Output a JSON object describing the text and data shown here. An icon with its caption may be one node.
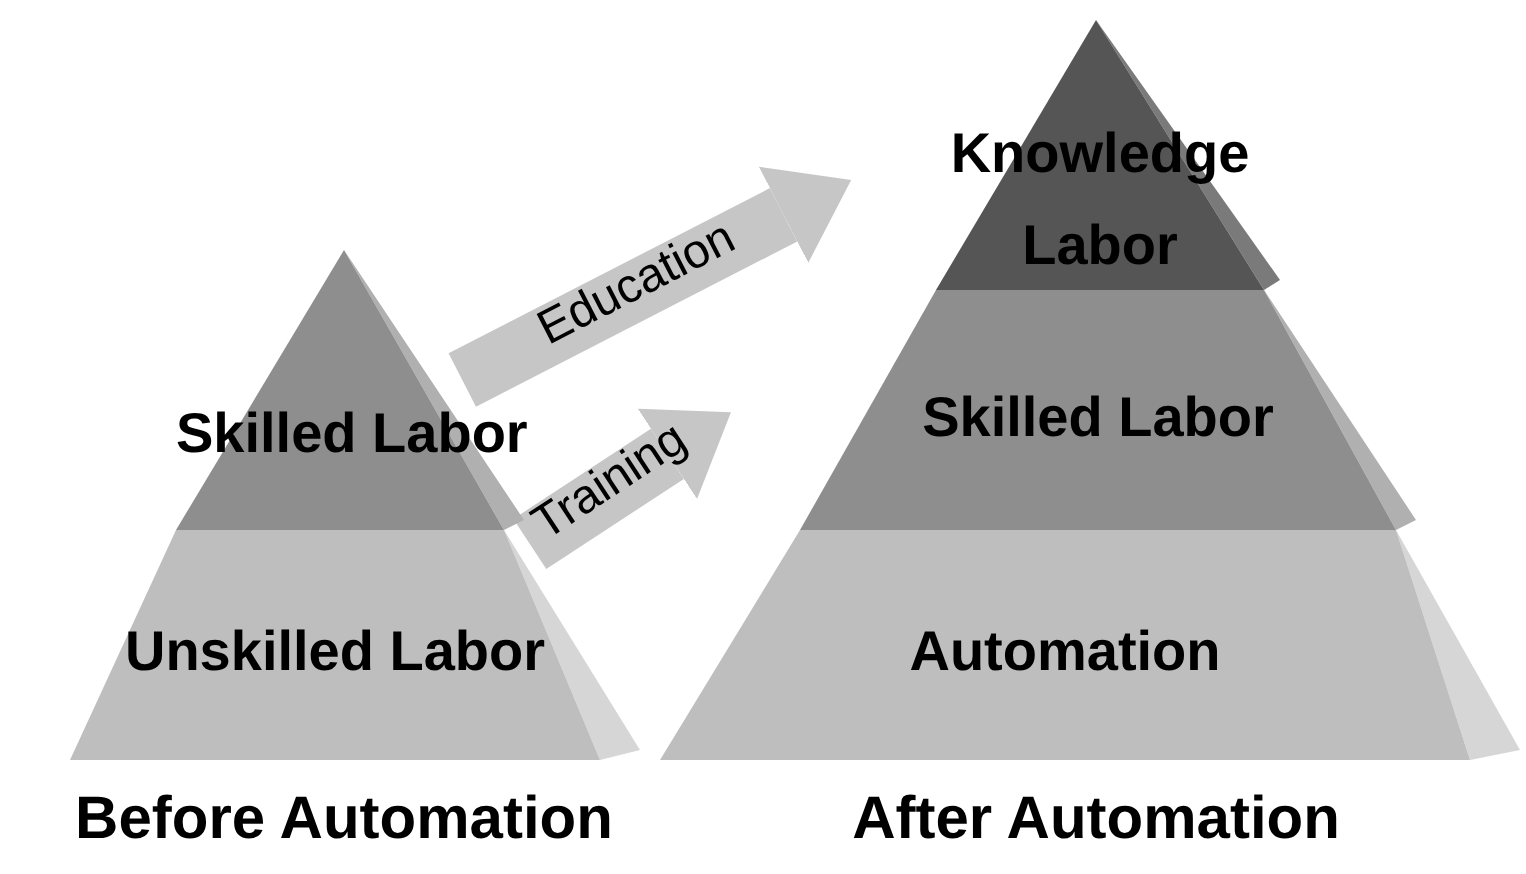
{
  "diagram": {
    "nodes": [
      {
        "text": [
          "Skilled Labor"
        ]
      },
      {
        "text": [
          "Unskilled Labor"
        ]
      },
      {
        "text": [
          "Knowledge Labor"
        ]
      },
      {
        "text": [
          "Skilled Labor"
        ]
      },
      {
        "text": [
          "Automation"
        ]
      }
    ],
    "edges": [
      {
        "from": 0,
        "to": 2,
        "arrow": "to",
        "label": "Education"
      },
      {
        "from": 1,
        "to": 3,
        "arrow": "to",
        "label": "Training"
      }
    ],
    "labels": [
      "Before Automation",
      "After Automation"
    ]
  }
}
